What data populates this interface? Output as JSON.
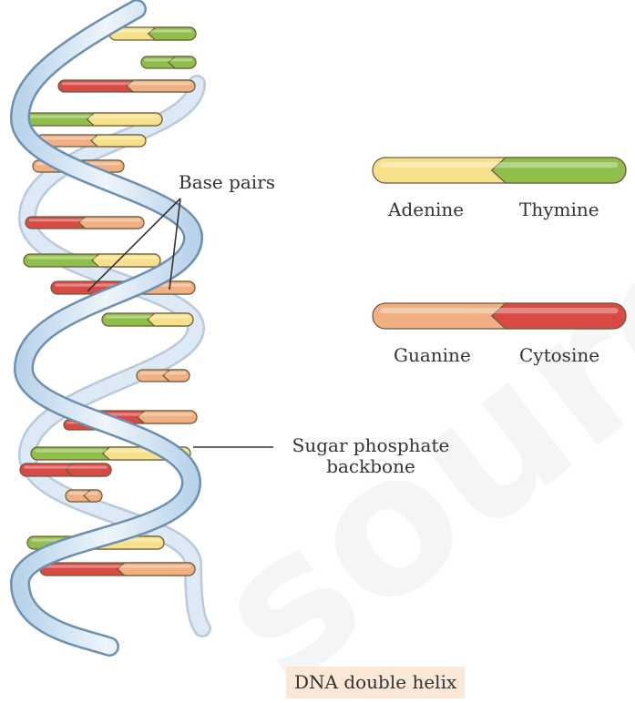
{
  "diagram": {
    "labels": {
      "base_pairs": "Base pairs",
      "sugar_phosphate_line1": "Sugar phosphate",
      "sugar_phosphate_line2": "backbone"
    },
    "caption": "DNA double helix",
    "watermark": "source.in",
    "legend": [
      {
        "left": "Adenine",
        "right": "Thymine",
        "left_color": "#f6e089",
        "right_color": "#8fbf4a"
      },
      {
        "left": "Guanine",
        "right": "Cytosine",
        "left_color": "#f0b082",
        "right_color": "#d94a45"
      }
    ],
    "colors": {
      "adenine": "#f6e089",
      "thymine": "#8fbf4a",
      "guanine": "#f0b082",
      "cytosine": "#d94a45",
      "backbone_fill": "#d4e6f4",
      "backbone_stroke": "#6d8fb0"
    }
  }
}
